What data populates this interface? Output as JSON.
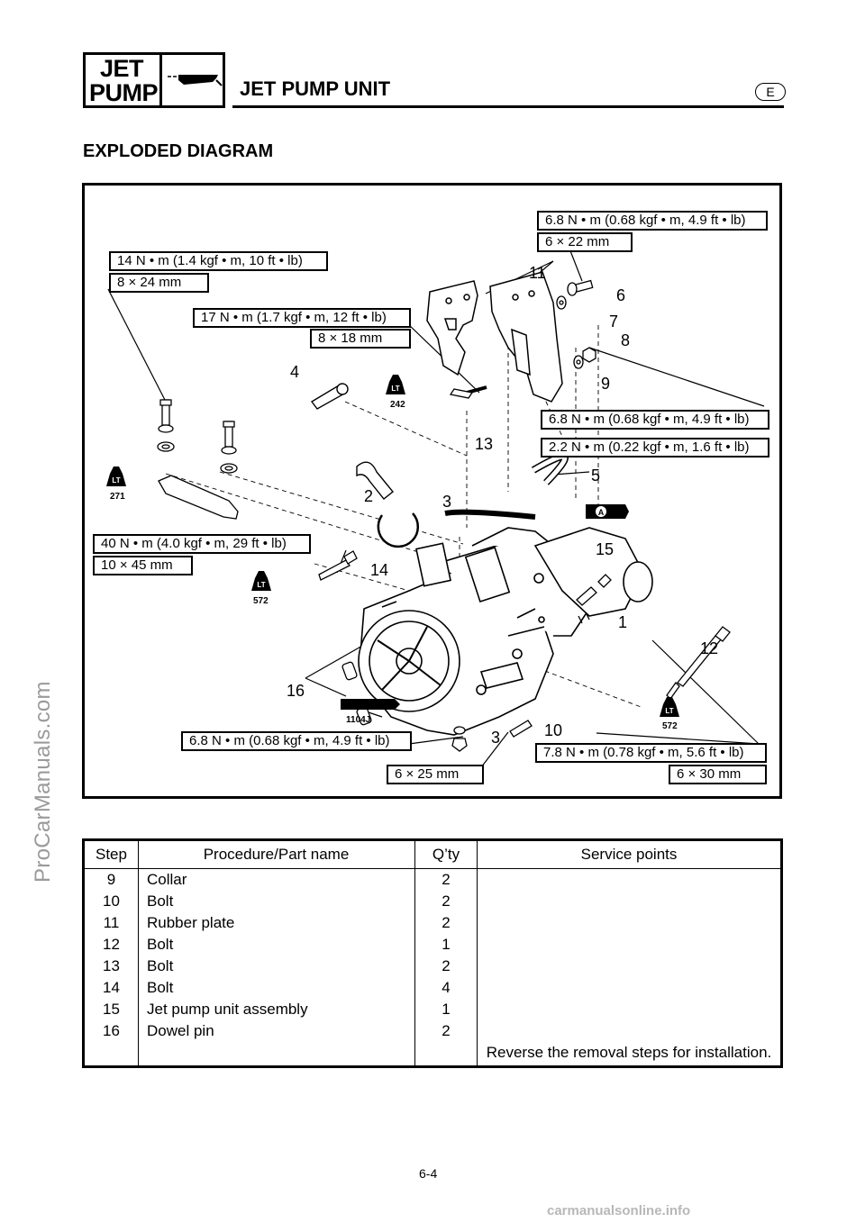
{
  "header": {
    "badge_line1": "JET",
    "badge_line2": "PUMP",
    "title": "JET PUMP UNIT",
    "lang": "E"
  },
  "section_title": "EXPLODED DIAGRAM",
  "diagram": {
    "callouts": {
      "t6": "6.8 N • m (0.68 kgf • m, 4.9 ft • lb)",
      "t6_size": "6 × 22 mm",
      "t14": "14 N • m (1.4 kgf • m, 10 ft • lb)",
      "t14_size": "8 × 24 mm",
      "t17": "17 N • m (1.7 kgf • m, 12 ft • lb)",
      "t17_size": "8 × 18 mm",
      "t9": "6.8 N • m (0.68 kgf • m, 4.9 ft • lb)",
      "t5": "2.2 N • m (0.22 kgf • m, 1.6 ft • lb)",
      "t40": "40 N • m (4.0 kgf • m, 29 ft • lb)",
      "t40_size": "10 × 45 mm",
      "t3": "6.8 N • m (0.68 kgf • m, 4.9 ft • lb)",
      "t3_size": "6 × 25 mm",
      "t10": "7.8 N • m (0.78 kgf • m, 5.6 ft • lb)",
      "t10_size": "6 × 30 mm"
    },
    "numbers": {
      "n1": "1",
      "n2": "2",
      "n3a": "3",
      "n3b": "3",
      "n4": "4",
      "n5": "5",
      "n6": "6",
      "n7": "7",
      "n8": "8",
      "n9": "9",
      "n10": "10",
      "n11": "11",
      "n12": "12",
      "n13": "13",
      "n14": "14",
      "n15": "15",
      "n16": "16"
    },
    "lt_codes": {
      "lt242": "242",
      "lt271": "271",
      "lt572a": "572",
      "lt572b": "572",
      "sealant": "1104J"
    },
    "lt_label": "LT",
    "grease_label": "A"
  },
  "table": {
    "headers": [
      "Step",
      "Procedure/Part name",
      "Q’ty",
      "Service points"
    ],
    "rows": [
      {
        "step": "9",
        "name": "Collar",
        "qty": "2",
        "service": ""
      },
      {
        "step": "10",
        "name": "Bolt",
        "qty": "2",
        "service": ""
      },
      {
        "step": "11",
        "name": "Rubber plate",
        "qty": "2",
        "service": ""
      },
      {
        "step": "12",
        "name": "Bolt",
        "qty": "1",
        "service": ""
      },
      {
        "step": "13",
        "name": "Bolt",
        "qty": "2",
        "service": ""
      },
      {
        "step": "14",
        "name": "Bolt",
        "qty": "4",
        "service": ""
      },
      {
        "step": "15",
        "name": "Jet pump unit assembly",
        "qty": "1",
        "service": ""
      },
      {
        "step": "16",
        "name": "Dowel pin",
        "qty": "2",
        "service": ""
      },
      {
        "step": "",
        "name": "",
        "qty": "",
        "service": "Reverse the removal steps for installation."
      }
    ]
  },
  "page_number": "6-4",
  "watermark_side": "ProCarManuals.com",
  "watermark_bottom": "carmanualsonline.info"
}
